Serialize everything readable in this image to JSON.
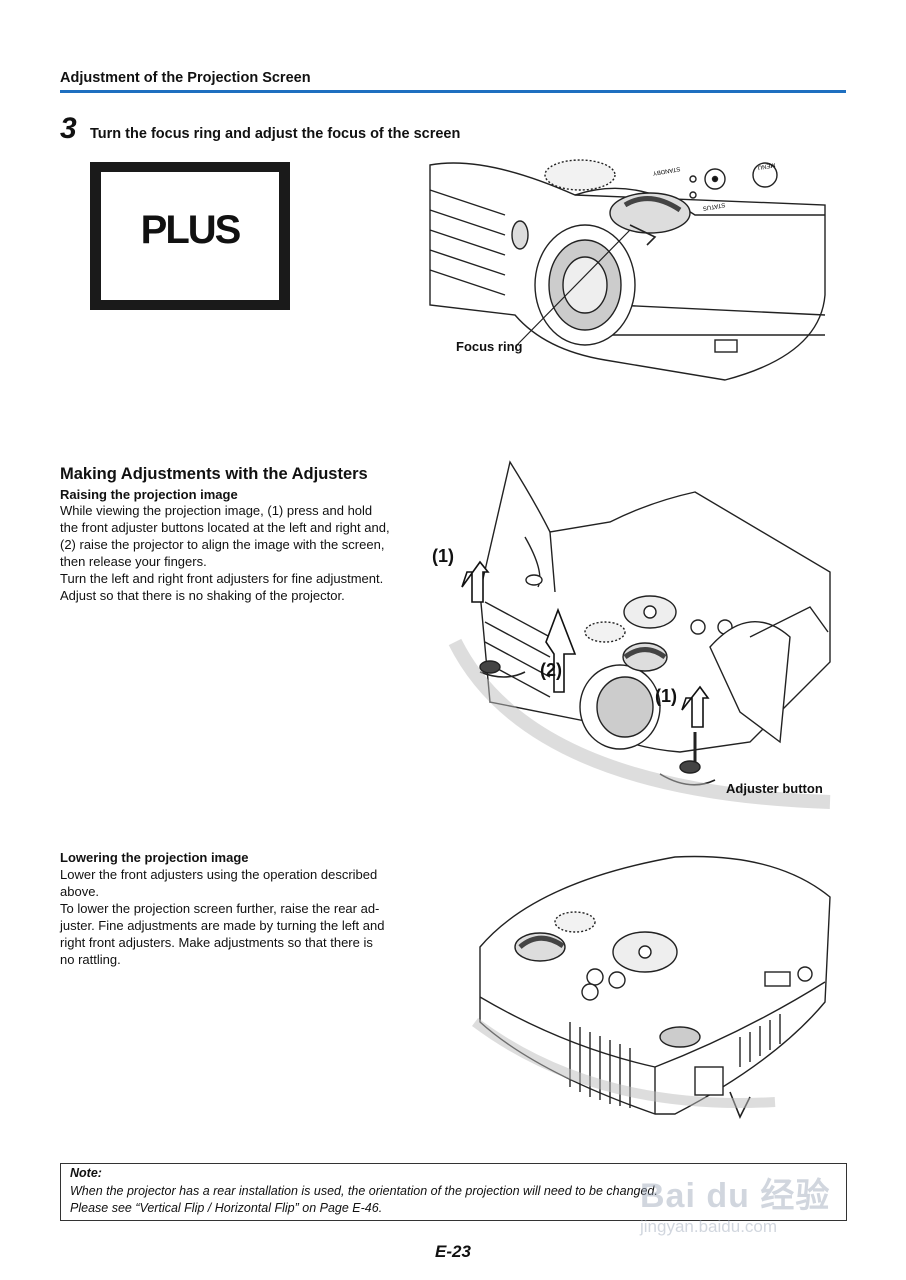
{
  "header": {
    "title": "Adjustment of the Projection Screen"
  },
  "step": {
    "number": "3",
    "instruction": "Turn the focus ring and adjust the focus of the screen",
    "screen_text": "PLUS",
    "focus_label": "Focus ring"
  },
  "projector_labels": {
    "menu": "MENU",
    "standby": "STANDBY",
    "status": "STATUS"
  },
  "adjusters": {
    "title": "Making Adjustments with the Adjusters",
    "raising_title": "Raising the projection image",
    "raising_lines": [
      "While viewing the projection image, (1) press and hold",
      "the front adjuster buttons located at the left and right and,",
      "(2) raise the projector to align the image with the screen,",
      "then release your fingers.",
      "Turn the left and right front adjusters for fine adjustment.",
      "Adjust so that there is no shaking of the projector."
    ],
    "marker_1": "(1)",
    "marker_2": "(2)",
    "adjuster_button_label": "Adjuster button"
  },
  "lowering": {
    "title": "Lowering the projection image",
    "lines": [
      "Lower the front adjusters using the operation described",
      "above.",
      "To lower the projection screen further, raise the rear ad-",
      "juster. Fine adjustments are made by turning the left and",
      "right front adjusters. Make adjustments so that there is",
      "no rattling."
    ]
  },
  "note": {
    "title": "Note:",
    "lines": [
      "When the projector has a rear installation is used, the orientation of the projection will need to be changed.",
      "Please see “Vertical Flip / Horizontal Flip” on Page E-46."
    ]
  },
  "page_number": "E-23",
  "watermark": {
    "logo": "Bai du 经验",
    "url": "jingyan.baidu.com"
  }
}
